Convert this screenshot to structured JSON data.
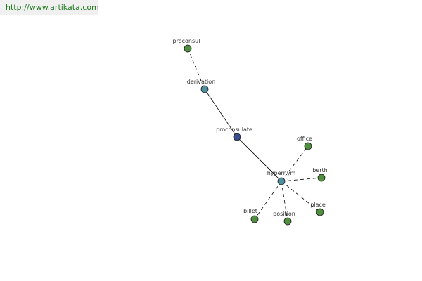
{
  "source": {
    "url": "http://www.artikata.com"
  },
  "colors": {
    "leaf": "#4f8f3f",
    "hub": "#4f8f9f",
    "center": "#3a4f8f",
    "edge": "#000000"
  },
  "graph": {
    "center": "proconsulate",
    "nodes": [
      {
        "id": "proconsul",
        "label": "proconsul",
        "kind": "leaf"
      },
      {
        "id": "derivation",
        "label": "derivation",
        "kind": "hub"
      },
      {
        "id": "proconsulate",
        "label": "proconsulate",
        "kind": "center"
      },
      {
        "id": "hypernym",
        "label": "hypernym",
        "kind": "hub"
      },
      {
        "id": "office",
        "label": "office",
        "kind": "leaf"
      },
      {
        "id": "berth",
        "label": "berth",
        "kind": "leaf"
      },
      {
        "id": "place",
        "label": "place",
        "kind": "leaf"
      },
      {
        "id": "position",
        "label": "position",
        "kind": "leaf"
      },
      {
        "id": "billet",
        "label": "billet",
        "kind": "leaf"
      }
    ],
    "edges": [
      {
        "from": "proconsul",
        "to": "derivation",
        "style": "dashed"
      },
      {
        "from": "derivation",
        "to": "proconsulate",
        "style": "solid"
      },
      {
        "from": "proconsulate",
        "to": "hypernym",
        "style": "solid"
      },
      {
        "from": "hypernym",
        "to": "office",
        "style": "dashed"
      },
      {
        "from": "hypernym",
        "to": "berth",
        "style": "dashed"
      },
      {
        "from": "hypernym",
        "to": "place",
        "style": "dashed"
      },
      {
        "from": "hypernym",
        "to": "position",
        "style": "dashed"
      },
      {
        "from": "hypernym",
        "to": "billet",
        "style": "dashed"
      }
    ]
  }
}
